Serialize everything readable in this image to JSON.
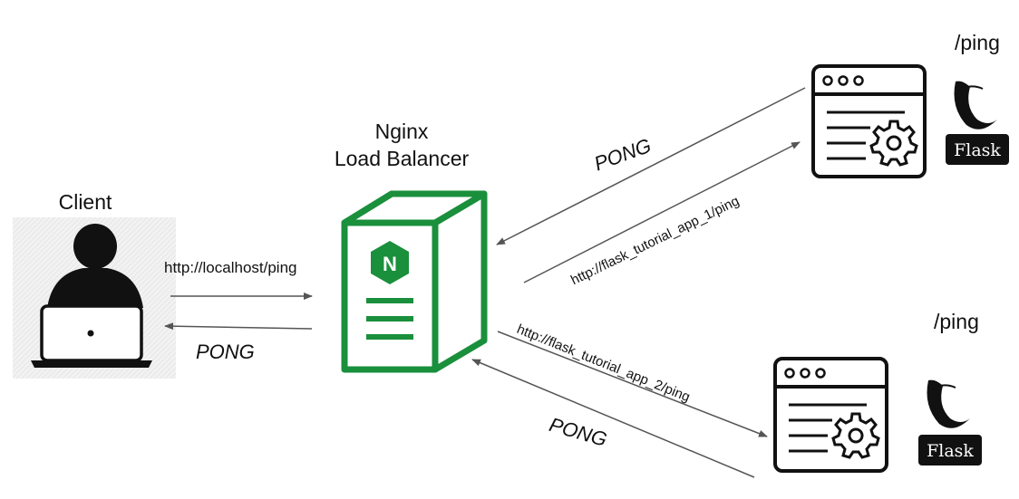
{
  "nodes": {
    "client": {
      "label": "Client"
    },
    "balancer": {
      "label_line1": "Nginx",
      "label_line2": "Load Balancer",
      "logo_letter": "N"
    },
    "app1": {
      "route_label": "/ping",
      "badge_text": "Flask"
    },
    "app2": {
      "route_label": "/ping",
      "badge_text": "Flask"
    }
  },
  "edges": {
    "client_request": "http://localhost/ping",
    "client_response": "PONG",
    "app1_request": "http://flask_tutorial_app_1/ping",
    "app1_response": "PONG",
    "app2_request": "http://flask_tutorial_app_2/ping",
    "app2_response": "PONG"
  },
  "colors": {
    "nginx_green": "#1a8f3c",
    "line": "#555555",
    "icon": "#111111"
  },
  "icons": [
    "user-laptop-icon",
    "nginx-server-icon",
    "app-window-gear-icon",
    "flask-logo-icon"
  ]
}
